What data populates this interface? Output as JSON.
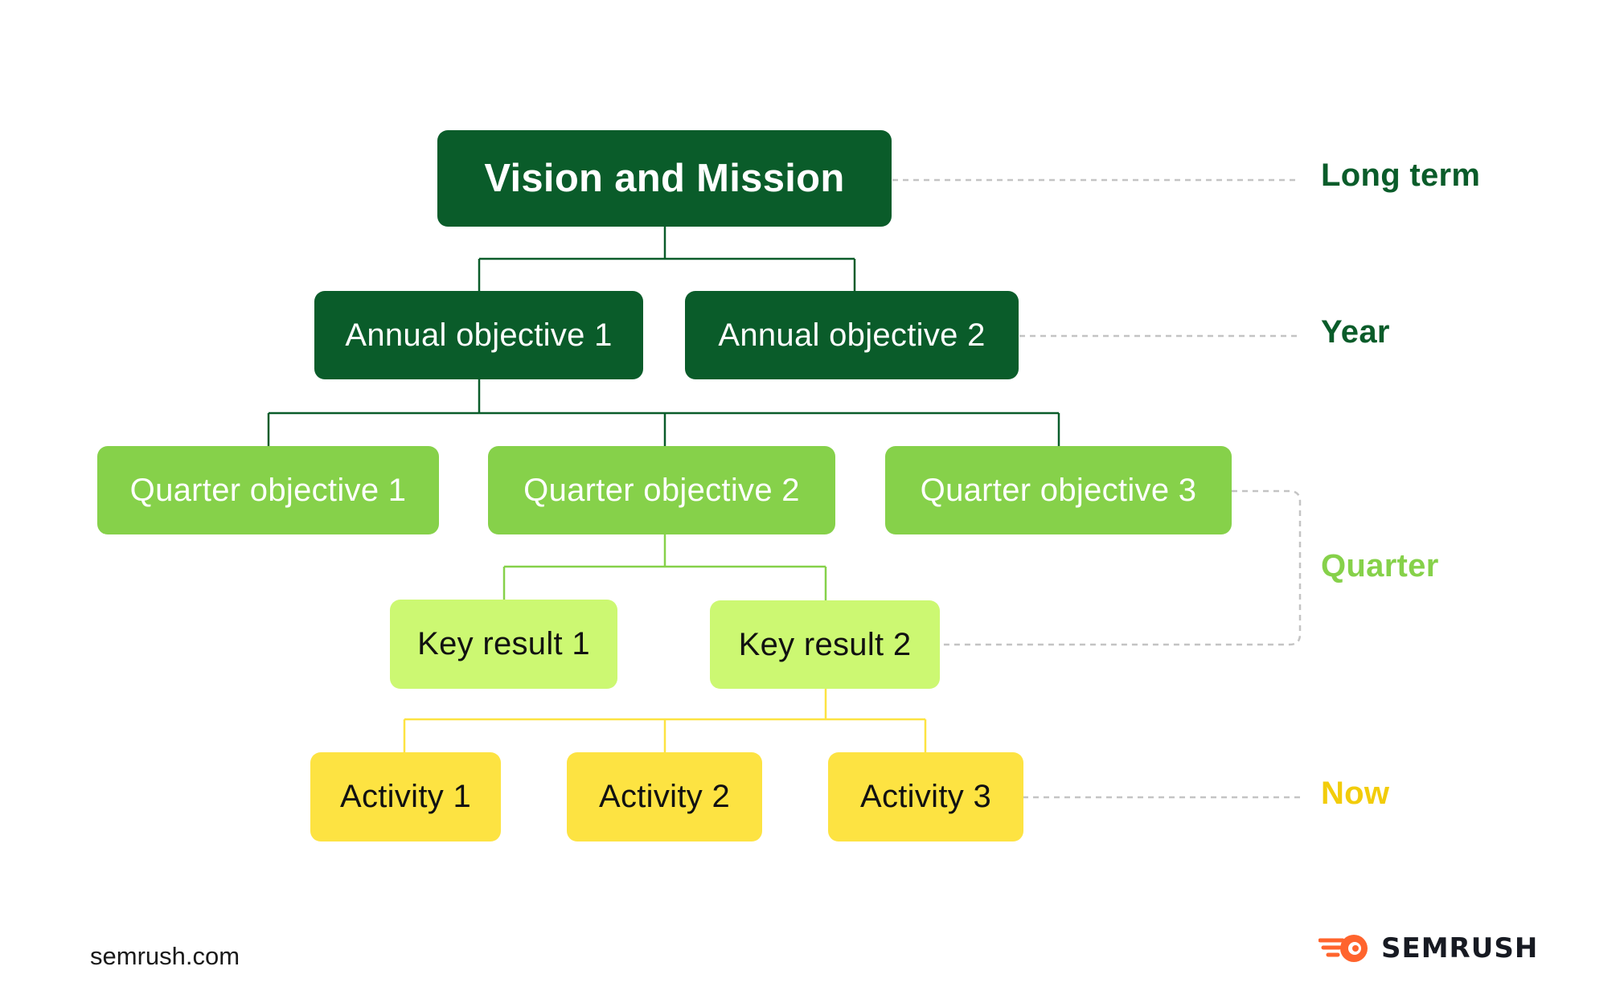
{
  "diagram": {
    "nodes": {
      "root": "Vision and Mission",
      "annual_1": "Annual objective 1",
      "annual_2": "Annual objective 2",
      "quarter_1": "Quarter objective 1",
      "quarter_2": "Quarter objective 2",
      "quarter_3": "Quarter objective 3",
      "key_result_1": "Key result 1",
      "key_result_2": "Key result 2",
      "activity_1": "Activity 1",
      "activity_2": "Activity 2",
      "activity_3": "Activity 3"
    },
    "tiers": {
      "long_term": "Long term",
      "year": "Year",
      "quarter": "Quarter",
      "now": "Now"
    },
    "colors": {
      "dark_green": "#0a5c2a",
      "green": "#86d14a",
      "light_green": "#ccf872",
      "yellow": "#fde342",
      "quarter_label": "#86d14a",
      "now_label": "#f2cc0a",
      "dashed_line": "#c4c4c4"
    }
  },
  "footer": {
    "site": "semrush.com",
    "brand": "SEMRUSH",
    "brand_icon": "semrush-logo-icon",
    "brand_color": "#ff642d"
  }
}
